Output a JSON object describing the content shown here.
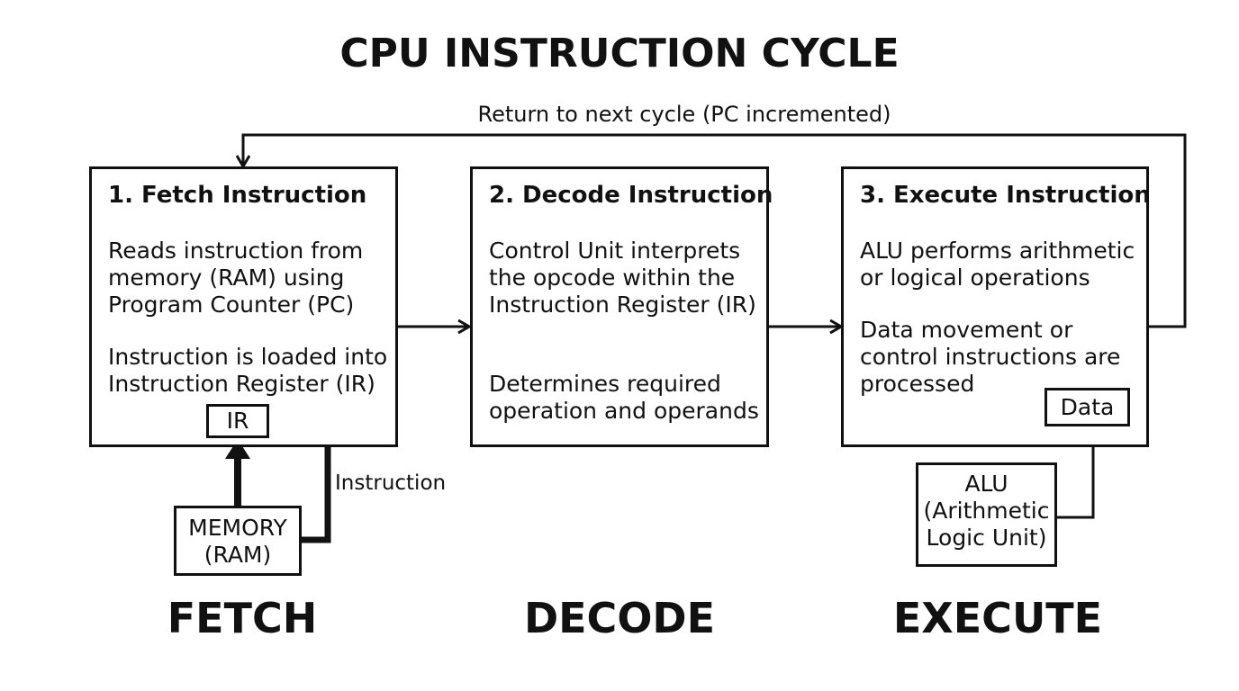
{
  "title": "CPU INSTRUCTION CYCLE",
  "return_label": "Return to next cycle (PC incremented)",
  "stages": [
    {
      "title": "1. Fetch Instruction",
      "text1": "Reads instruction from\nmemory (RAM) using\nProgram Counter (PC)",
      "text2": "Instruction is loaded into\nInstruction Register (IR)"
    },
    {
      "title": "2. Decode Instruction",
      "text1": "Control Unit interprets\nthe opcode within the\nInstruction Register (IR)",
      "text2": "Determines required\noperation and operands"
    },
    {
      "title": "3. Execute Instruction",
      "text1": "ALU performs arithmetic\nor logical operations",
      "text2": "Data movement or\ncontrol instructions are\nprocessed"
    }
  ],
  "components": {
    "ir": "IR",
    "memory": "MEMORY\n(RAM)",
    "instruction_label": "Instruction",
    "data": "Data",
    "alu": "ALU\n(Arithmetic\nLogic Unit)"
  },
  "phases": [
    "FETCH",
    "DECODE",
    "EXECUTE"
  ],
  "colors": {
    "stroke": "#111111",
    "background": "#ffffff"
  }
}
